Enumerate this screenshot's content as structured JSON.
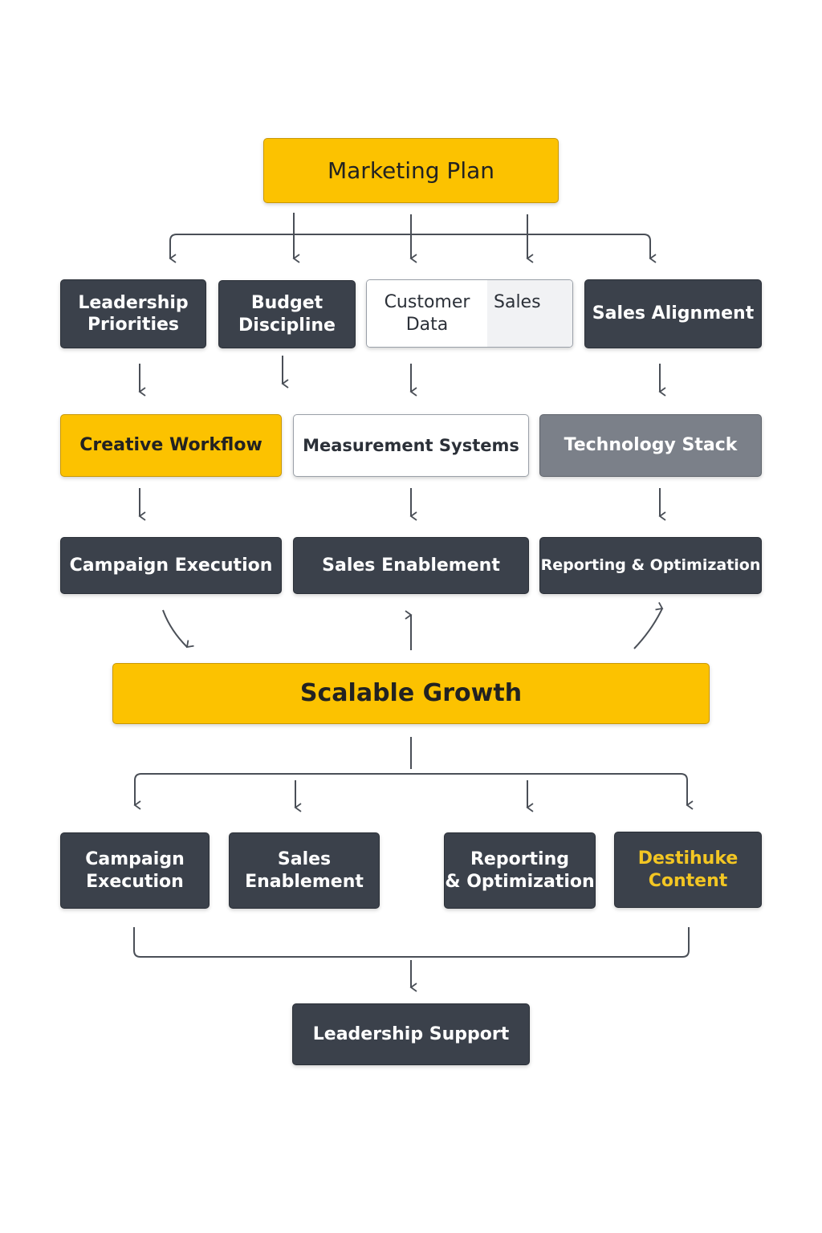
{
  "nodes": {
    "marketing_plan": "Marketing Plan",
    "leadership_priorities": [
      "Leadership",
      "Priorities"
    ],
    "budget_discipline": [
      "Budget",
      "Discipline"
    ],
    "customer_data": [
      "Customer",
      "Data"
    ],
    "sales_tab": "Sales",
    "sales_alignment": "Sales Alignment",
    "creative_workflow": "Creative Workflow",
    "measurement_systems": "Measurement Systems",
    "technology_stack": "Technology Stack",
    "campaign_execution": "Campaign Execution",
    "sales_enablement": "Sales Enablement",
    "reporting_optimization": "Reporting & Optimization",
    "scalable_growth": "Scalable Growth",
    "campaign_execution_2": [
      "Campaign",
      "Execution"
    ],
    "sales_enablement_2": [
      "Sales",
      "Enablement"
    ],
    "reporting_optimization_2": [
      "Reporting",
      "& Optimization"
    ],
    "distribute_content": [
      "Destihuke",
      "Content"
    ],
    "leadership_support": "Leadership Support"
  },
  "colors": {
    "accent_yellow": "#fcc200",
    "dark_box": "#3b414b",
    "grey_box": "#7b8089",
    "line": "#4a4f57"
  }
}
